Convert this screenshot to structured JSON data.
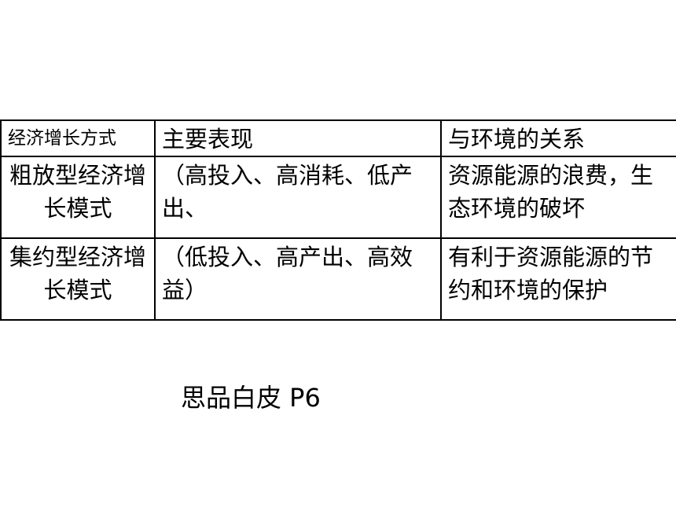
{
  "table": {
    "headers": [
      "经济增长方式",
      "主要表现",
      "与环境的关系"
    ],
    "rows": [
      {
        "mode": "粗放型经济增长模式",
        "performance": "（高投入、高消耗、低产出、",
        "relation": "资源能源的浪费，生态环境的破坏"
      },
      {
        "mode": "集约型经济增长模式",
        "performance": "（低投入、高产出、高效益）",
        "relation": "有利于资源能源的节约和环境的保护"
      }
    ]
  },
  "source_note": "思品白皮 P6",
  "colors": {
    "mode_text": "#ff0000",
    "performance_text": "#0000ff",
    "border": "#000000"
  }
}
